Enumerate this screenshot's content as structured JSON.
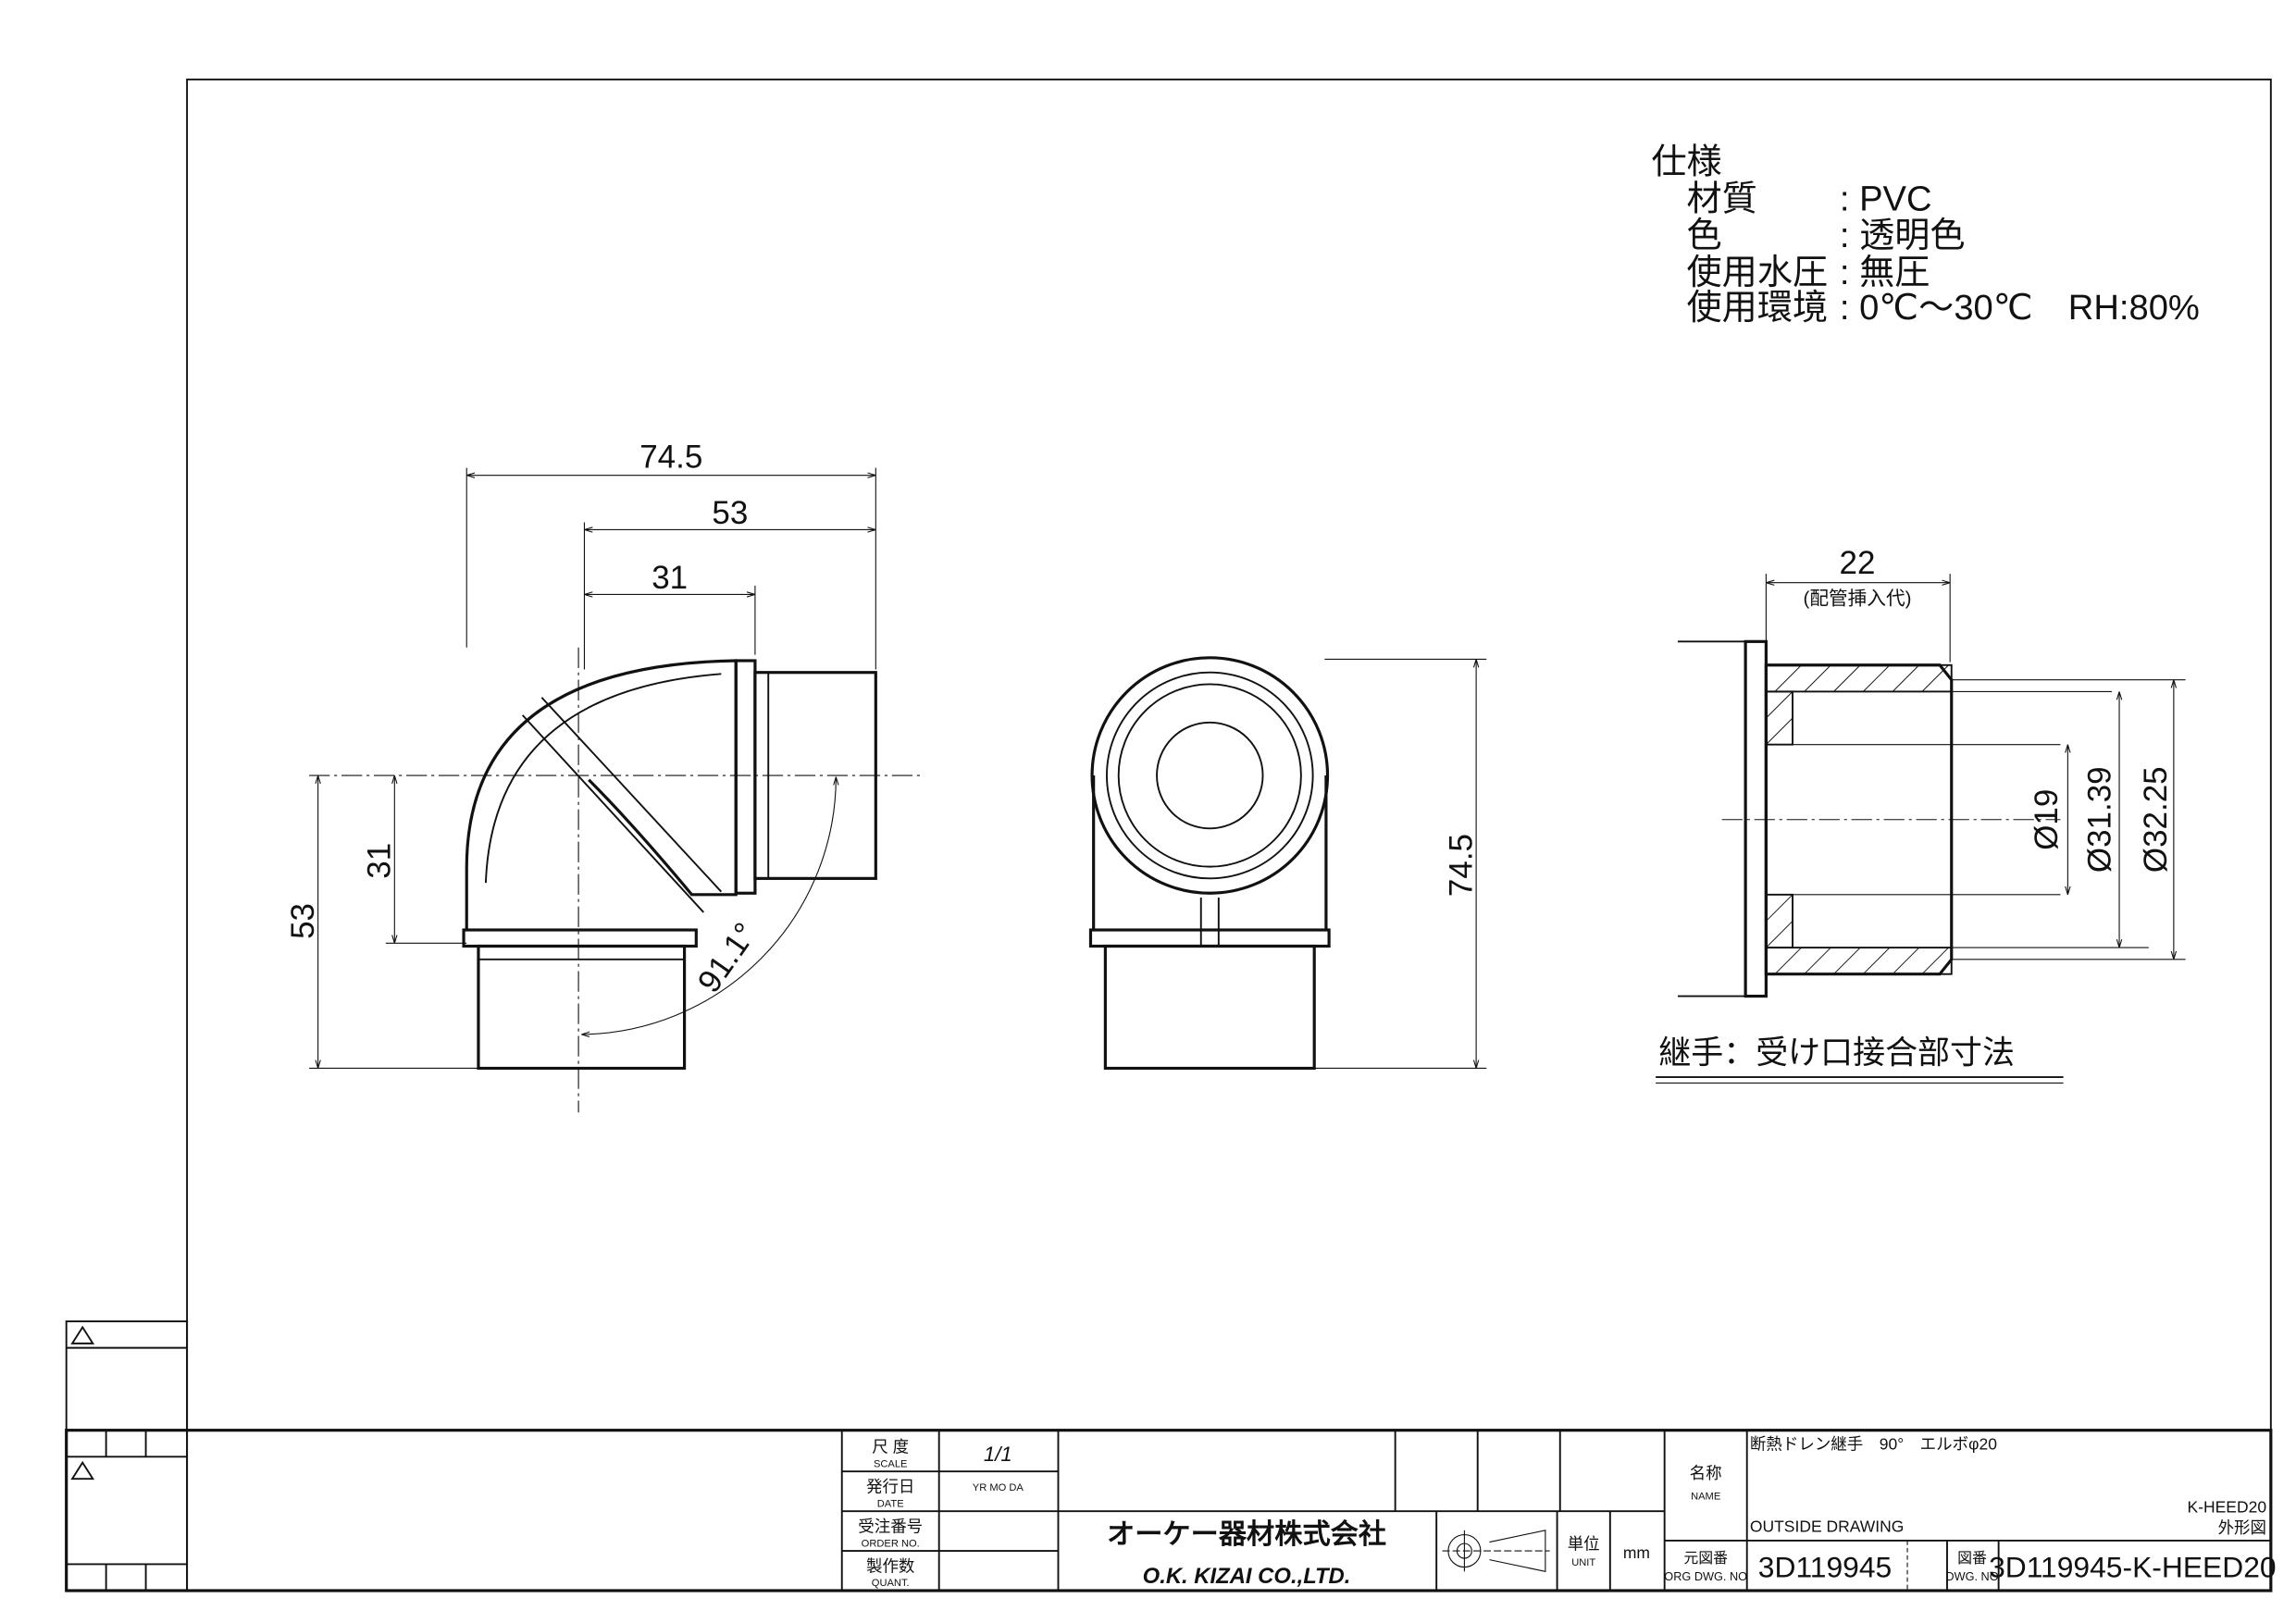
{
  "spec": {
    "heading": "仕様",
    "rows": [
      {
        "label": "材質",
        "value": ": PVC"
      },
      {
        "label": "色",
        "value": ": 透明色"
      },
      {
        "label": "使用水圧",
        "value": ": 無圧"
      },
      {
        "label": "使用環境",
        "value": ": 0℃～30℃　RH:80%"
      }
    ]
  },
  "dimensions": {
    "side_total": "74.5",
    "side_53": "53",
    "side_31": "31",
    "left_53": "53",
    "left_31": "31",
    "angle": "91.1°",
    "front_height": "74.5",
    "socket_depth": "22",
    "socket_depth_note": "(配管挿入代)",
    "d1": "Ø19",
    "d2": "Ø31.39",
    "d3": "Ø32.25"
  },
  "socket_caption": "継手：受け口接合部寸法",
  "title_block": {
    "scale_jp": "尺 度",
    "scale_en": "SCALE",
    "scale_value": "1/1",
    "date_jp": "発行日",
    "date_en": "DATE",
    "date_value": "YR  MO  DA",
    "order_jp": "受注番号",
    "order_en": "ORDER NO.",
    "quant_jp": "製作数",
    "quant_en": "QUANT.",
    "company_jp": "オーケー器材株式会社",
    "company_en": "O.K. KIZAI CO.,LTD.",
    "unit_jp": "単位",
    "unit_en": "UNIT",
    "unit_value": "mm",
    "name_jp": "名称",
    "name_en": "NAME",
    "product_name": "断熱ドレン継手　90°　エルボφ20",
    "drawing_type": "OUTSIDE DRAWING",
    "model": "K-HEED20",
    "drawing_kind": "外形図",
    "org_jp": "元図番",
    "org_en": "ORG DWG. NO",
    "org_value": "3D119945",
    "dwg_jp": "図番",
    "dwg_en": "DWG. NO",
    "dwg_value": "3D119945-K-HEED20"
  }
}
